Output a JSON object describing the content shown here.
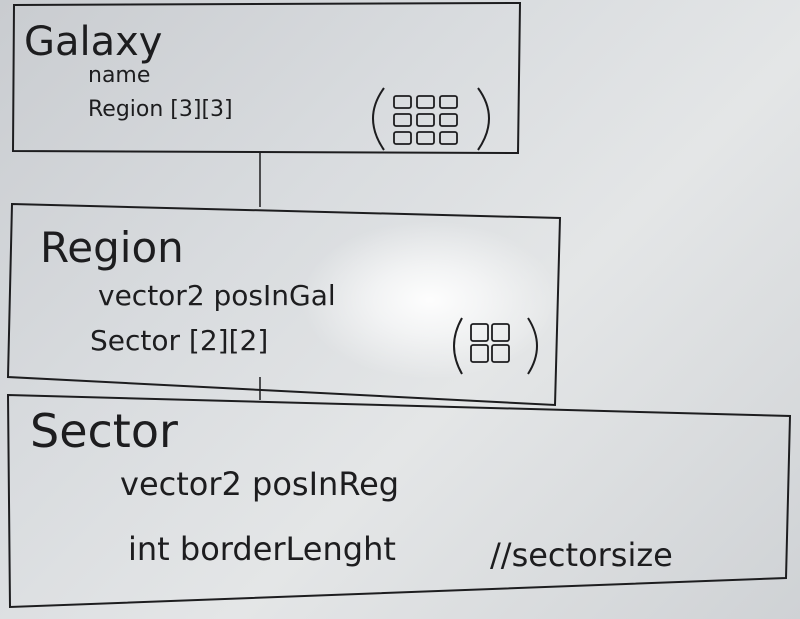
{
  "boxes": {
    "galaxy": {
      "title": "Galaxy",
      "fields": [
        "name",
        "Region [3][3]"
      ]
    },
    "region": {
      "title": "Region",
      "fields": [
        "vector2 posInGal",
        "Sector [2][2]"
      ]
    },
    "sector": {
      "title": "Sector",
      "fields": [
        "vector2 posInReg",
        "int borderLenght",
        "//sectorsize"
      ]
    }
  },
  "grid_icons": {
    "galaxy_grid": {
      "rows": 3,
      "cols": 3
    },
    "region_grid": {
      "rows": 2,
      "cols": 2
    }
  },
  "colors": {
    "ink": "#1d1d1f",
    "board": "#d9dcdf"
  }
}
